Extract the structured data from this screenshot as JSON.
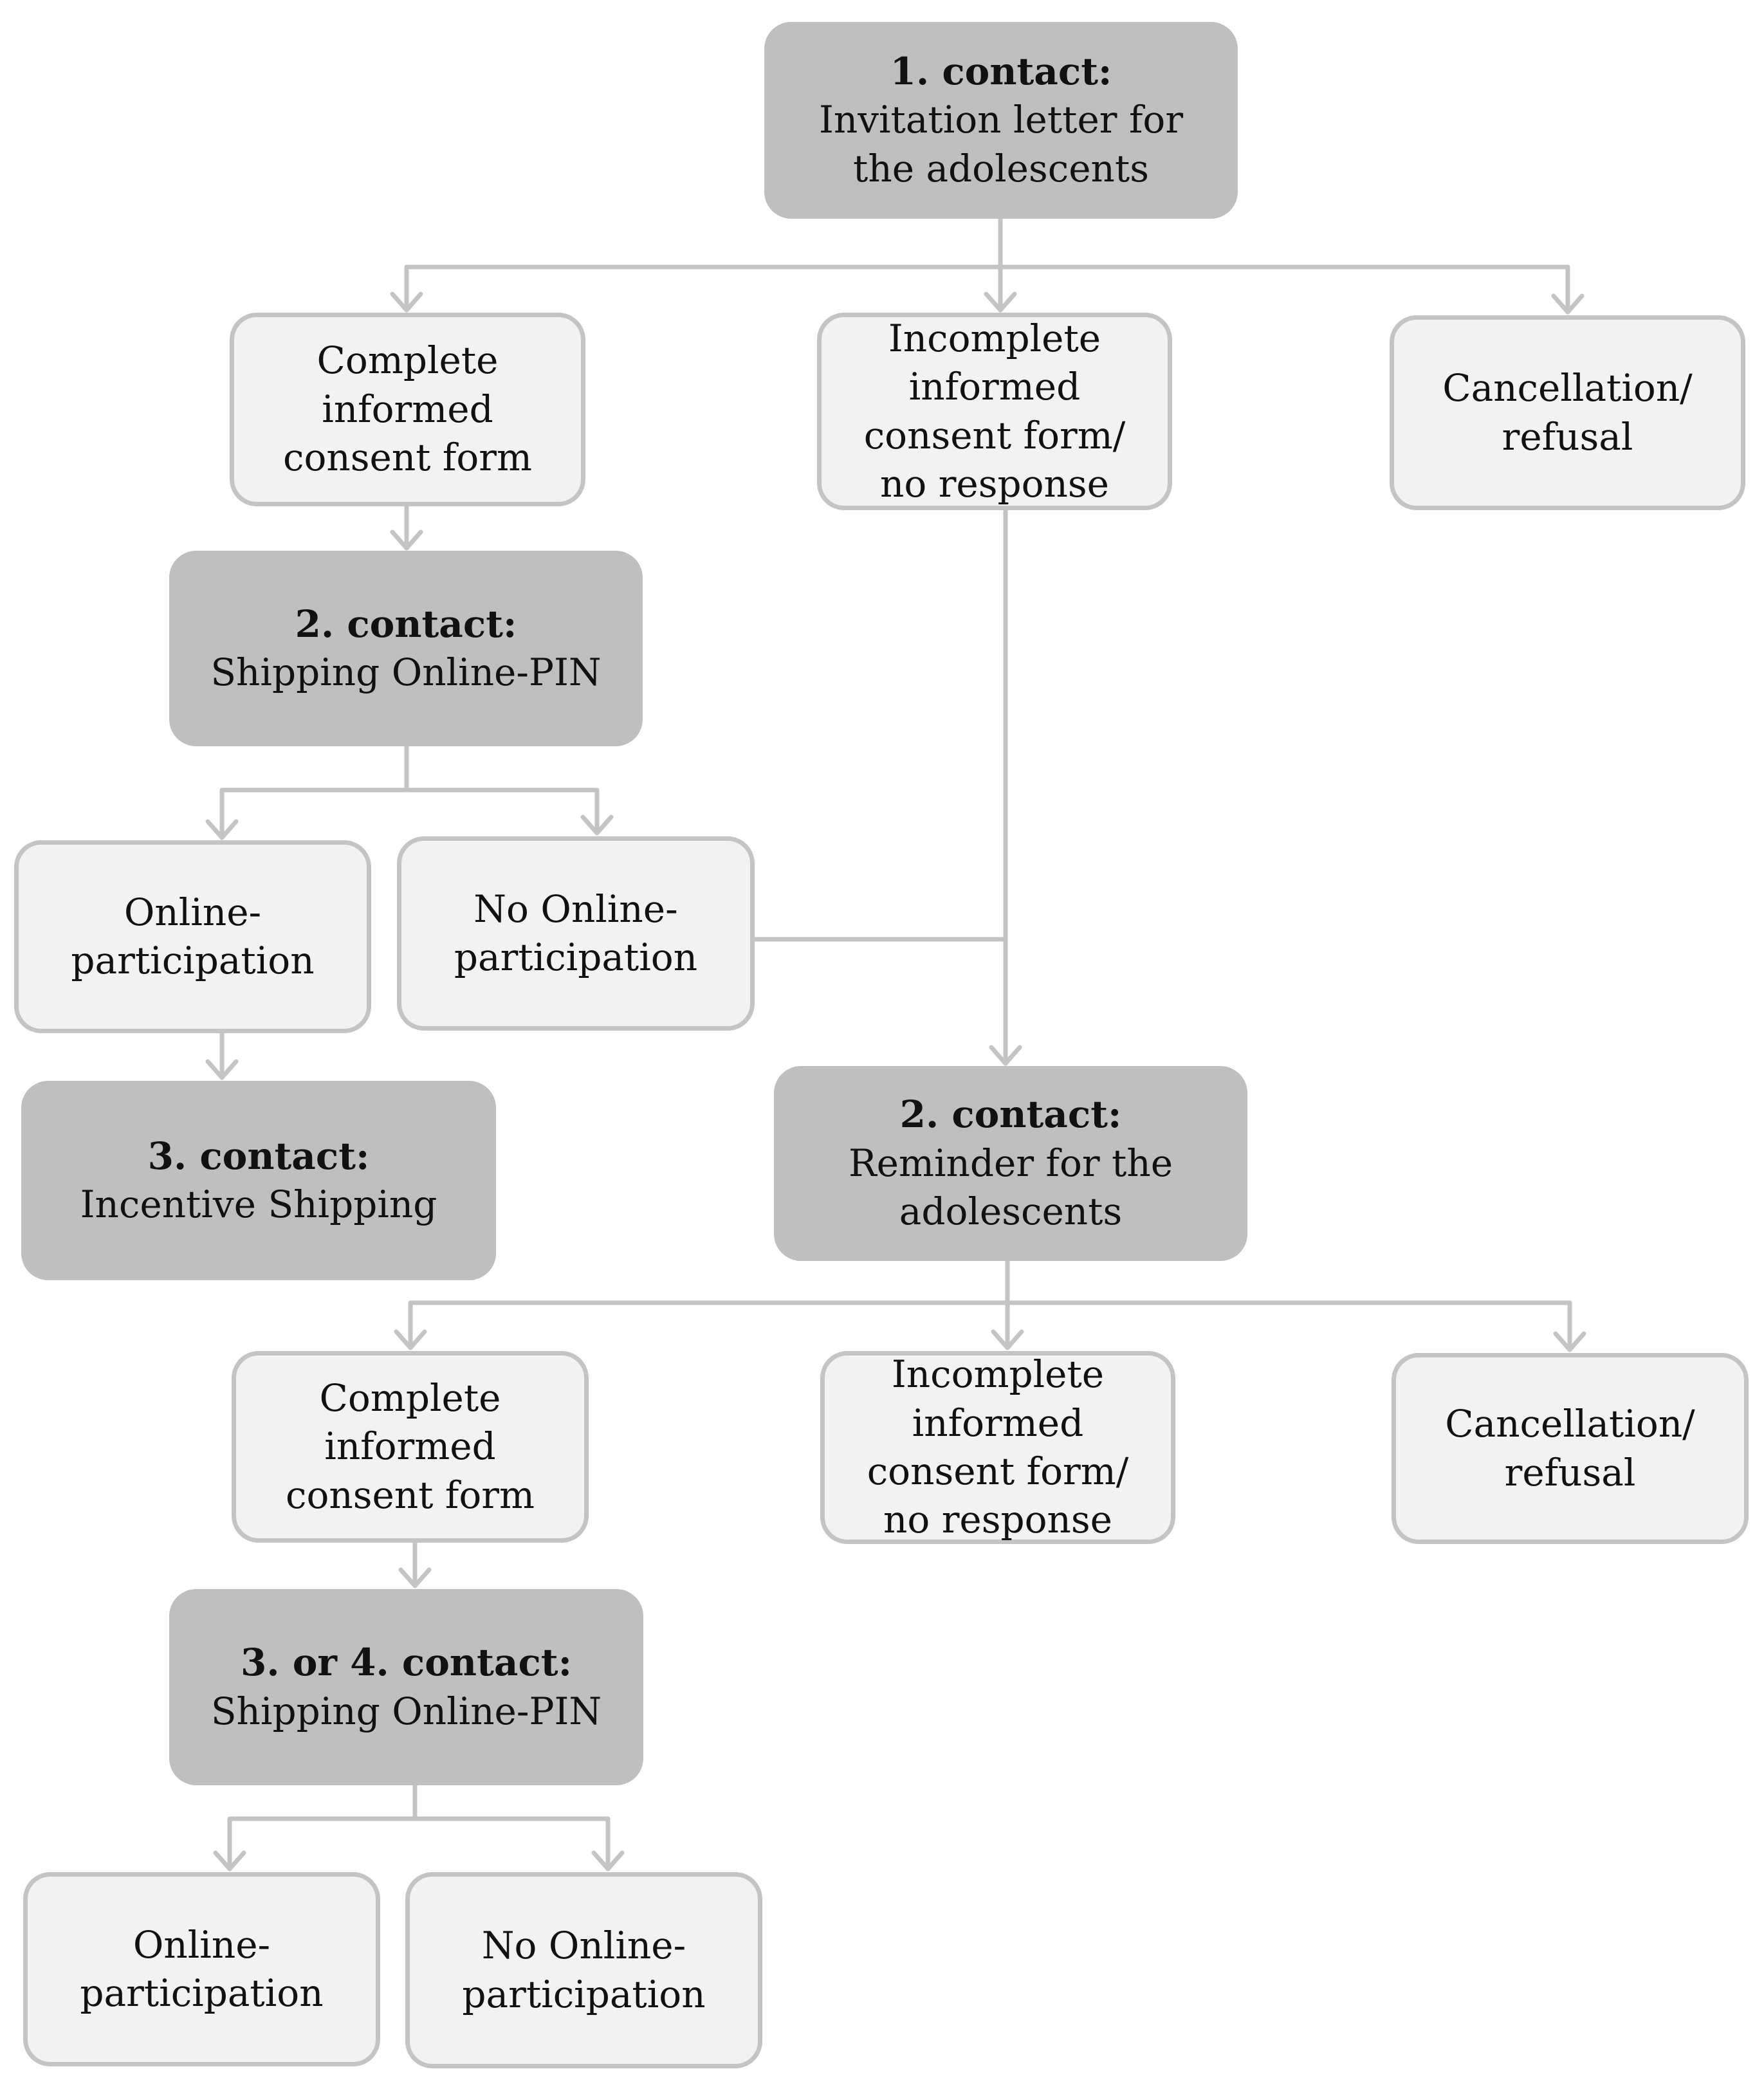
{
  "colors": {
    "contact_fill": "#bfbfbf",
    "outcome_fill": "#f2f2f2",
    "outcome_border": "#c4c4c4",
    "connector": "#c4c4c4",
    "text": "#111111"
  },
  "nodes": {
    "contact1": {
      "title": "1. contact:",
      "text": "Invitation letter for\nthe adolescents"
    },
    "complete1": {
      "text": "Complete\ninformed\nconsent form"
    },
    "incomplete1": {
      "text": "Incomplete\ninformed\nconsent form/\nno response"
    },
    "cancel1": {
      "text": "Cancellation/\nrefusal"
    },
    "contact2pin": {
      "title": "2. contact:",
      "text": "Shipping Online-PIN"
    },
    "online1": {
      "text": "Online-\nparticipation"
    },
    "noonline1": {
      "text": "No Online-\nparticipation"
    },
    "contact3inc": {
      "title": "3. contact:",
      "text": "Incentive Shipping"
    },
    "contact2rem": {
      "title": "2.  contact:",
      "text": "Reminder for the\nadolescents"
    },
    "complete2": {
      "text": "Complete\ninformed\nconsent form"
    },
    "incomplete2": {
      "text": "Incomplete\ninformed\nconsent form/\nno response"
    },
    "cancel2": {
      "text": "Cancellation/\nrefusal"
    },
    "contact34pin": {
      "title": "3. or 4. contact:",
      "text": "Shipping Online-PIN"
    },
    "online2": {
      "text": "Online-\nparticipation"
    },
    "noonline2": {
      "text": "No Online-\nparticipation"
    }
  }
}
